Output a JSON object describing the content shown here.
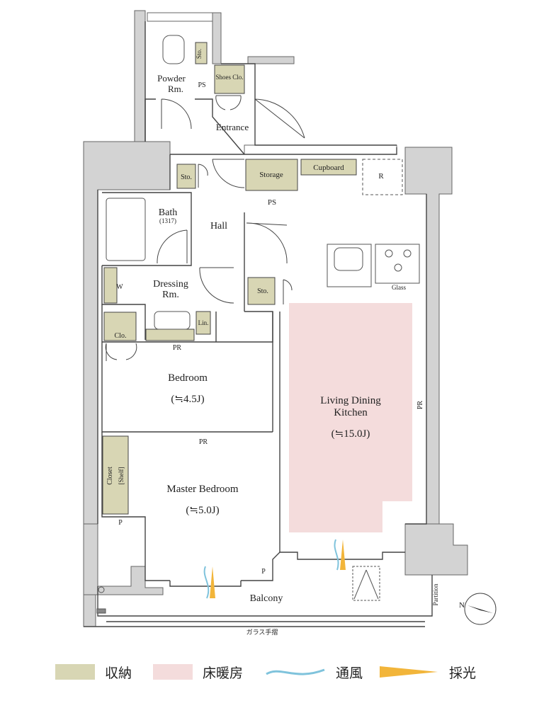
{
  "colors": {
    "storage": "#d8d6b4",
    "floor_heating": "#f4dcdc",
    "wall": "#d3d3d3",
    "wind": "#7fc3dc",
    "light": "#f2b53a"
  },
  "rooms": {
    "powder": "Powder",
    "powder2": "Rm.",
    "ps_top": "PS",
    "sto_top": "Sto.",
    "shoes": "Shoes Clo.",
    "entrance": "Entrance",
    "sto_hall": "Sto.",
    "storage": "Storage",
    "cupboard": "Cupboard",
    "r": "R",
    "ps_mid": "PS",
    "bath": "Bath",
    "bath_size": "(1317)",
    "hall": "Hall",
    "w": "W",
    "dressing": "Dressing",
    "dressing2": "Rm.",
    "sto_ldk": "Sto.",
    "glass": "Glass",
    "clo": "Clo.",
    "lin": "Lin.",
    "pr_bed": "PR",
    "bedroom": "Bedroom",
    "bedroom_size": "(≒4.5J)",
    "ldk": "Living Dining",
    "ldk2": "Kitchen",
    "ldk_size": "(≒15.0J)",
    "pr_right": "PR",
    "pr_master": "PR",
    "closet": "Closet",
    "shelf": "[Shelf]",
    "master": "Master Bedroom",
    "master_size": "(≒5.0J)",
    "p_left": "P",
    "p_right": "P",
    "balcony": "Balcony",
    "partition": "Partition",
    "glass_rail": "ガラス手摺",
    "north": "N"
  },
  "legend": {
    "storage": "収納",
    "floor_heating": "床暖房",
    "wind": "通風",
    "light": "採光"
  }
}
